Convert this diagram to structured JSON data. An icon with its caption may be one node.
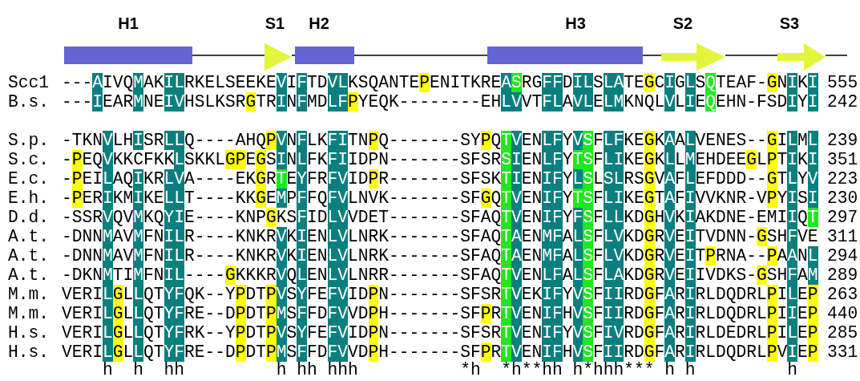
{
  "diagram": {
    "nodes": [
      {
        "text": [
          "H1"
        ]
      },
      {
        "text": [
          "S1"
        ]
      },
      {
        "text": [
          "H2"
        ]
      },
      {
        "text": [
          "H3"
        ]
      },
      {
        "text": [
          "S2"
        ]
      },
      {
        "text": [
          "S3"
        ]
      }
    ],
    "edges": [
      {
        "from": 0,
        "to": 1,
        "arrow": "none"
      },
      {
        "from": 1,
        "to": 2,
        "arrow": "none"
      },
      {
        "from": 2,
        "to": 3,
        "arrow": "none"
      },
      {
        "from": 3,
        "to": 4,
        "arrow": "none"
      },
      {
        "from": 4,
        "to": 5,
        "arrow": "none"
      }
    ],
    "labels": [
      "Scc1",
      "---AIVQMAKILRKELSEEKEVIFTDVLKSQANTEPENITKREASRGFFDILSLATEGCIGLSQTEAF-GNIKI",
      "555",
      "B.s.",
      "---IEARMNEIVHSLKSRGTRINFMDLFPYEQK--------EHLVVTFLAVLELMKNQLVLIEQEHN-FSDIYI",
      "242",
      "S.p.",
      "-TKNVLHISRLLQ----AHQPVNFLKFITNPQ-------SYPQTVENLFYVSFLFKEGKAALVENES--GILML",
      "239",
      "S.c.",
      "-PEQVKKCFKKLSKKLGPEGSINLFKFIIDPN-------SFSRSIENLFYTSFLIKEGKLLMEHDEEGLPTIKI",
      "351",
      "E.c.",
      "-PEILAQIKRLVA----EKGRTEYFRFVIDPR-------SFSKTIENIFYLSLSLRSGVAFLEFDDD--GTLYV",
      "223",
      "E.h.",
      "-PERIKMIKELLT----KKGEMPFFQFVLNVK-------SFGQTVENIFYTSFLIKEGTAFIVVKNR-VPYISI",
      "230",
      "D.d.",
      "-SSRVQVMKQYIE----KNPGKSFIDLVVDET-------SFAQTVENIFYFSFLLKDGHVKIAKDNE-EMIIQT",
      "297",
      "A.t.",
      "-DNNMAVMFNILR----KNKRVKIENLVLNRK-------SFAQTAENMFALSFLVKDGRVEITVDNN-GSHFVE",
      "311",
      "A.t.",
      "-DNNMAVMFNILR----KNKRVKIENLVLNRK-------SFAQTAENMFALSFLVKDGRVEITPRNA--PAANL",
      "294",
      "A.t.",
      "-DKNMTIMFNIL----GKKKRVQLENLVLNRR-------SFAQTVENLFALSFLAKDGRVEIIVDKS-GSHFAM",
      "289",
      "M.m.",
      "VERILGLLQTYFQK--YPDTPVSYFEFVIDPN-------SFSRTVEKIFYVSFIIRDGFARIRLDQDRLPILEP",
      "263",
      "M.m.",
      "VERILGLLQTYFRE--DPDTPMSFFDFVVDPH-------SFPRTVENIFHVSFIIRDGFARIRLDQDRLPIIEP",
      "440",
      "H.s.",
      "VERILGLLQTYFRK--YPDTPVSYFEFVIDPN-------SFSRTVENIFYVSFIVRDGFARIRLDEDRLPILEP",
      "285",
      "H.s.",
      "VERILGLLQTYFRE--DPDTPMSFFDFVVDPH-------SFPRTVENIFHVSFIIRDGFARIRLDQDRLPVIEP",
      "331",
      "h",
      "h",
      "hh",
      "h",
      "hh",
      "hhh",
      "*h",
      "*h**hh",
      "h*hhh***",
      "h",
      "h",
      "h"
    ]
  }
}
